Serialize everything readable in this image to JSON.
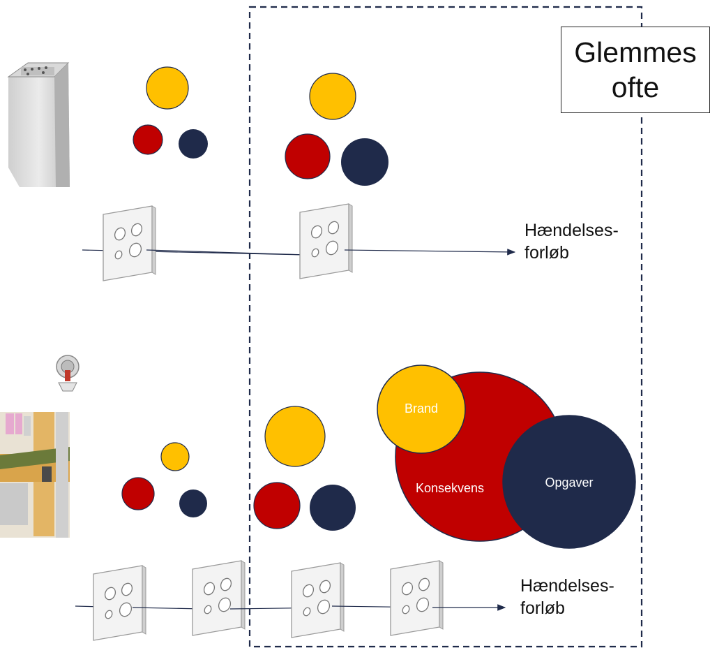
{
  "callout": {
    "line1": "Glemmes",
    "line2": "ofte"
  },
  "flow_top": {
    "line1": "Hændelses-",
    "line2": "forløb"
  },
  "flow_bottom": {
    "line1": "Hændelses-",
    "line2": "forløb"
  },
  "venn": {
    "brand": "Brand",
    "konsekvens": "Konsekvens",
    "opgaver": "Opgaver"
  },
  "colors": {
    "yellow": "#FFC000",
    "red": "#C00000",
    "navy": "#1F2A4A",
    "dash": "#1F2A4A",
    "plate": "#F2F2F2"
  },
  "icons": [
    "concrete-column-icon",
    "sprinkler-icon",
    "wall-floor-section-icon",
    "perforated-plate-icon"
  ]
}
